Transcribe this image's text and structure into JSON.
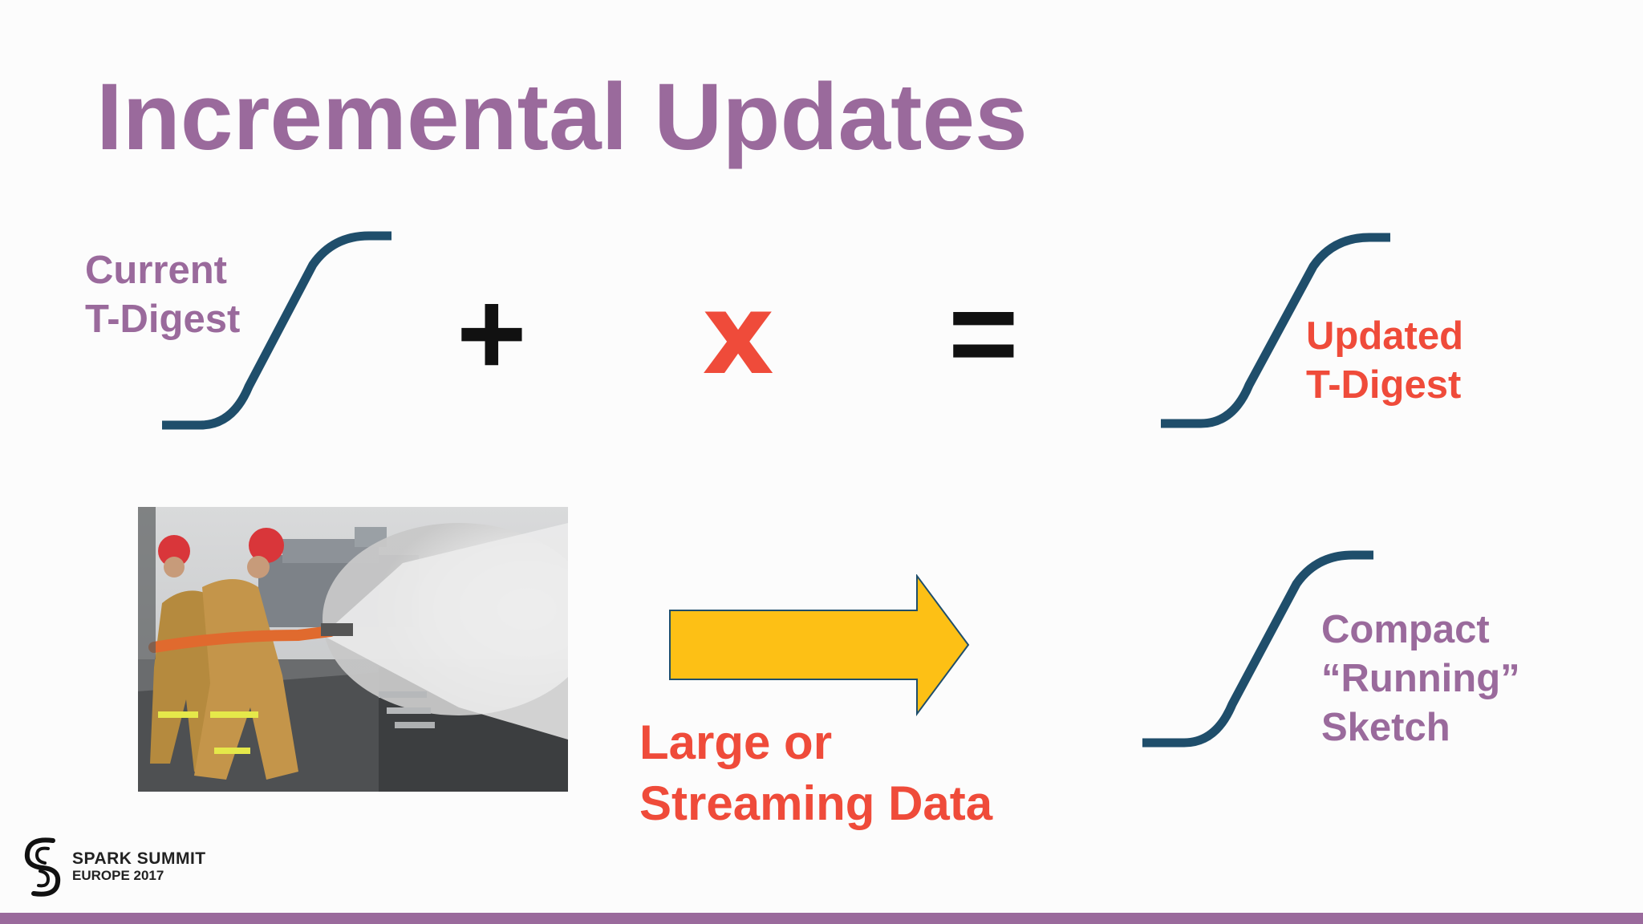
{
  "slide": {
    "title": "Incremental Updates",
    "current_label": {
      "line1": "Current",
      "line2": "T-Digest"
    },
    "plus_symbol": "+",
    "x_symbol": "x",
    "equals_symbol": "=",
    "updated_label": {
      "line1": "Updated",
      "line2": "T-Digest"
    },
    "stream_label": {
      "line1": "Large or",
      "line2": "Streaming Data"
    },
    "compact_label": {
      "line1": "Compact",
      "line2": "“Running”",
      "line3": "Sketch"
    }
  },
  "logo": {
    "line1": "SPARK SUMMIT",
    "line2": "EUROPE 2017"
  },
  "colors": {
    "title_purple": "#9a6a9c",
    "accent_red": "#ef4b3a",
    "curve_navy": "#1f4e6b",
    "arrow_yellow": "#fdc015",
    "bar_purple": "#9a6a9c"
  },
  "icons": {
    "photo": "firefighters-hose-photo",
    "arrow": "right-arrow-icon",
    "curve": "cdf-curve-icon"
  }
}
